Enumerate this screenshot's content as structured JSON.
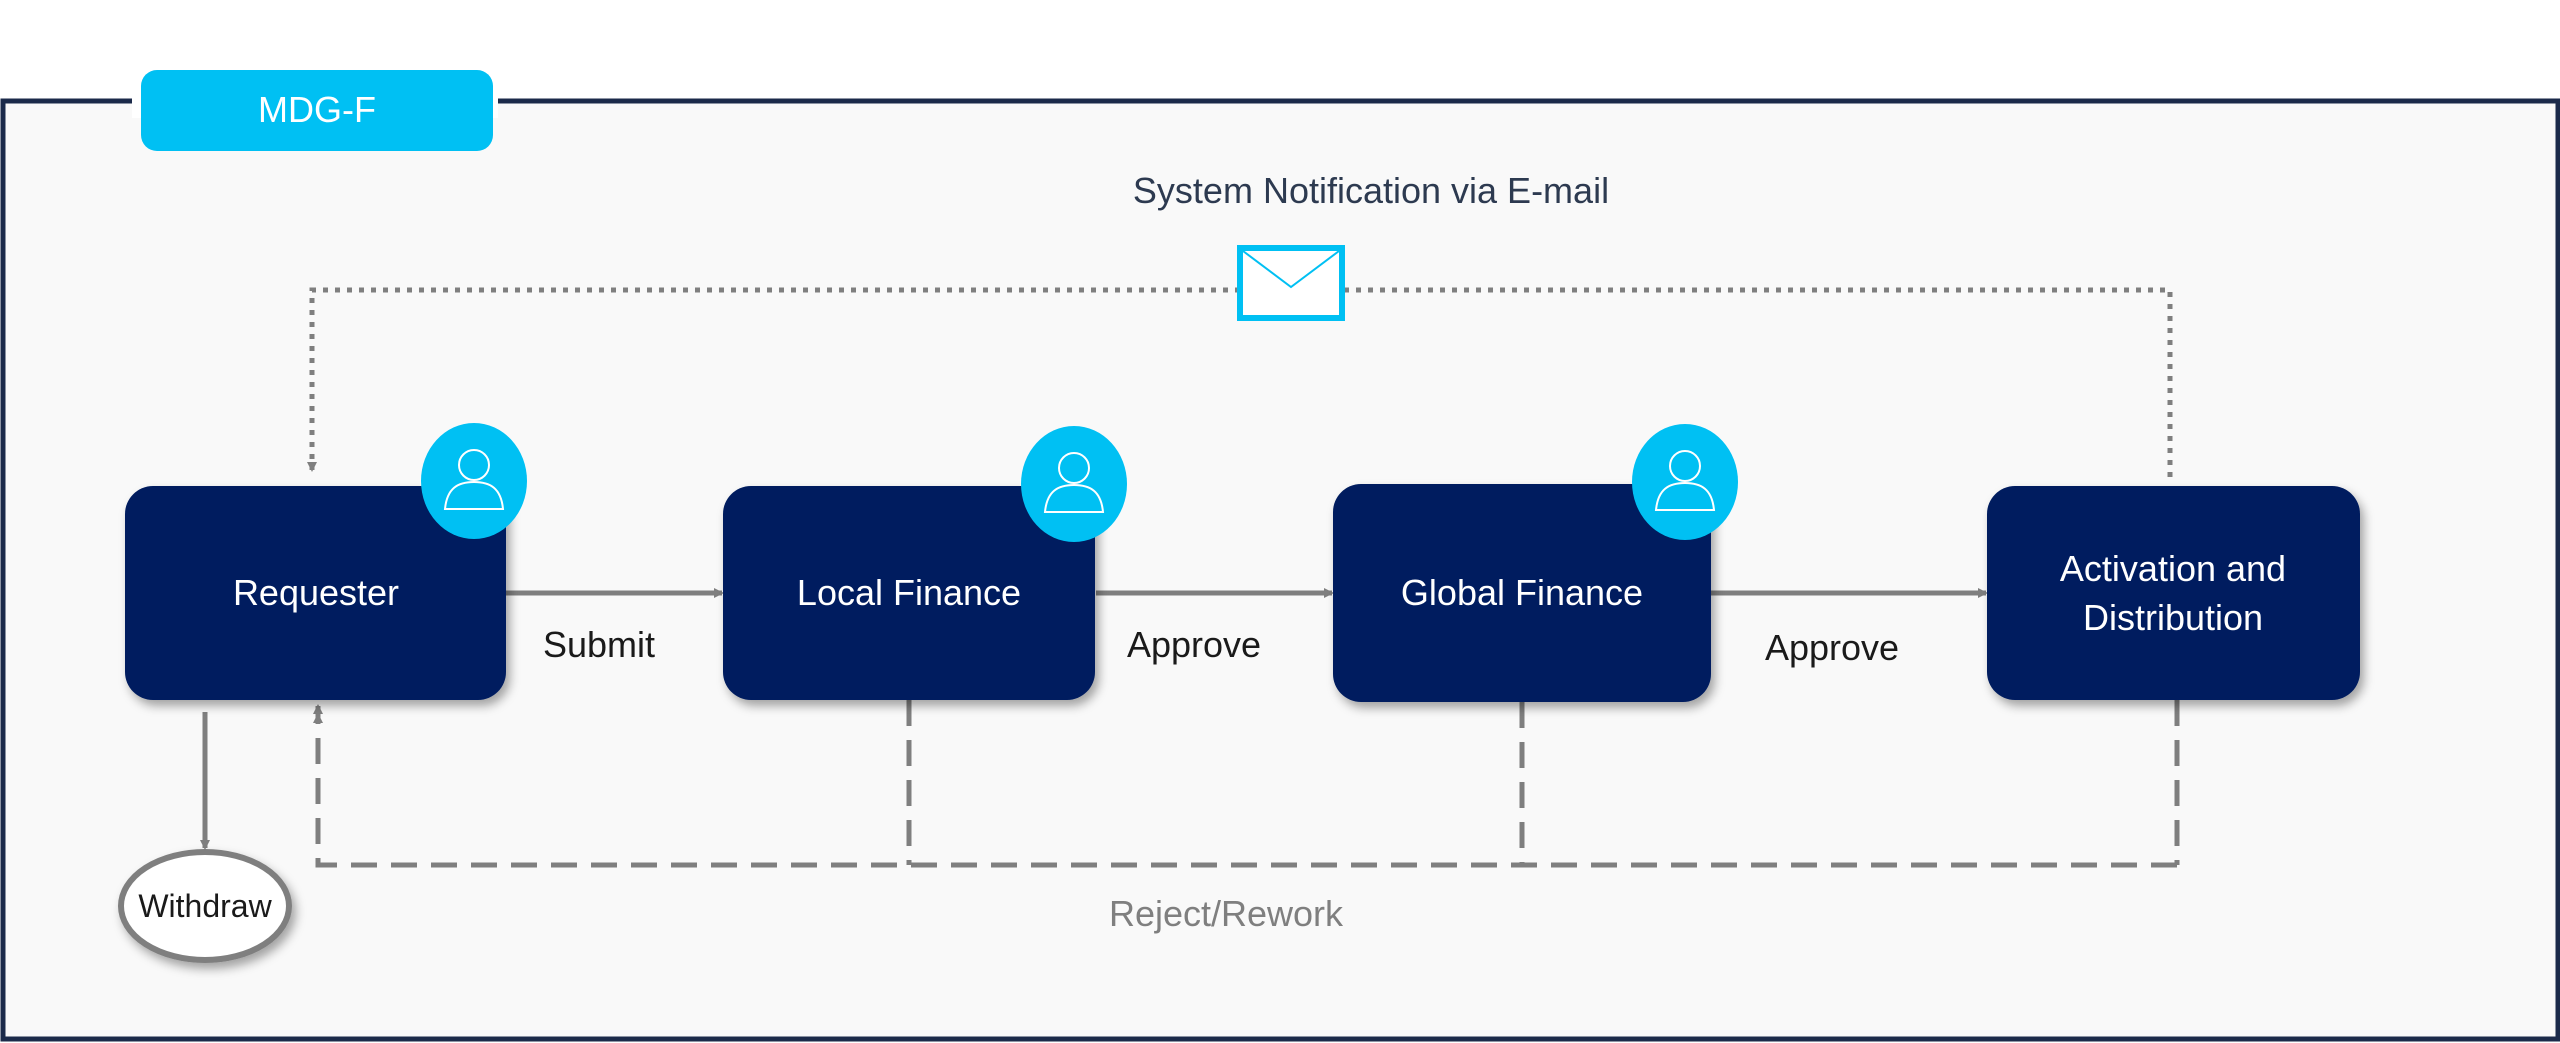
{
  "frame": {
    "tag_label": "MDG-F"
  },
  "notification": {
    "label": "System Notification via E-mail"
  },
  "nodes": {
    "requester": "Requester",
    "local_finance": "Local Finance",
    "global_finance": "Global Finance",
    "activation_line1": "Activation and",
    "activation_line2": "Distribution",
    "withdraw": "Withdraw"
  },
  "edges": {
    "submit": "Submit",
    "approve_1": "Approve",
    "approve_2": "Approve",
    "reject": "Reject/Rework"
  },
  "colors": {
    "frame_border": "#1b2a4a",
    "frame_fill": "#f9f9f9",
    "accent": "#00c0f3",
    "node_fill": "#001e5e",
    "node_text": "#ffffff",
    "connector": "#7f7f7f",
    "label_dark": "#1a1a1a",
    "label_muted": "#7f7f7f",
    "label_notification": "#2d3a50"
  }
}
